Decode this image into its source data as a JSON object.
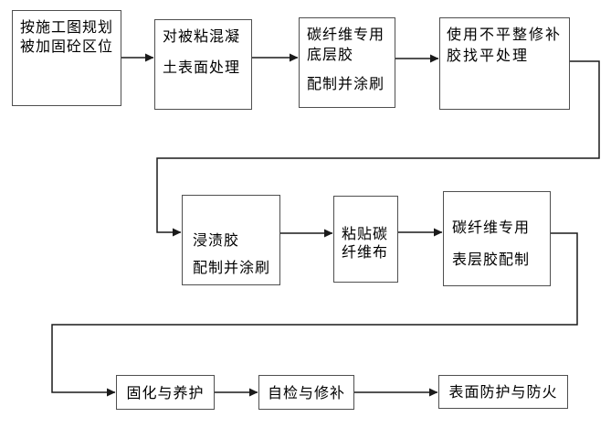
{
  "diagram": {
    "type": "flowchart",
    "background_color": "#ffffff",
    "line_color": "#1a1a1a",
    "box_border_color": "#4f4f4f",
    "text_color": "#000000",
    "boxes": [
      {
        "id": "plan",
        "lines": [
          "按施工图规划",
          "被加固砼区位"
        ]
      },
      {
        "id": "surface",
        "lines": [
          "对被粘混凝",
          "土表面处理"
        ]
      },
      {
        "id": "primer",
        "lines": [
          "碳纤维专用",
          "底层胶",
          "配制并涂刷"
        ]
      },
      {
        "id": "leveling",
        "lines": [
          "使用不平整修补",
          "胶找平处理"
        ]
      },
      {
        "id": "impregnate",
        "lines": [
          "浸渍胶",
          "配制并涂刷"
        ]
      },
      {
        "id": "paste",
        "lines": [
          "粘贴碳",
          "纤维布"
        ]
      },
      {
        "id": "topcoat",
        "lines": [
          "碳纤维专用",
          "表层胶配制"
        ]
      },
      {
        "id": "curing",
        "lines": [
          "固化与养护"
        ]
      },
      {
        "id": "inspect",
        "lines": [
          "自检与修补"
        ]
      },
      {
        "id": "protect",
        "lines": [
          "表面防护与防火"
        ]
      }
    ],
    "edges": [
      {
        "from": "plan",
        "to": "surface"
      },
      {
        "from": "surface",
        "to": "primer"
      },
      {
        "from": "primer",
        "to": "leveling"
      },
      {
        "from": "leveling",
        "to": "impregnate"
      },
      {
        "from": "impregnate",
        "to": "paste"
      },
      {
        "from": "paste",
        "to": "topcoat"
      },
      {
        "from": "topcoat",
        "to": "curing"
      },
      {
        "from": "curing",
        "to": "inspect"
      },
      {
        "from": "inspect",
        "to": "protect"
      }
    ]
  }
}
